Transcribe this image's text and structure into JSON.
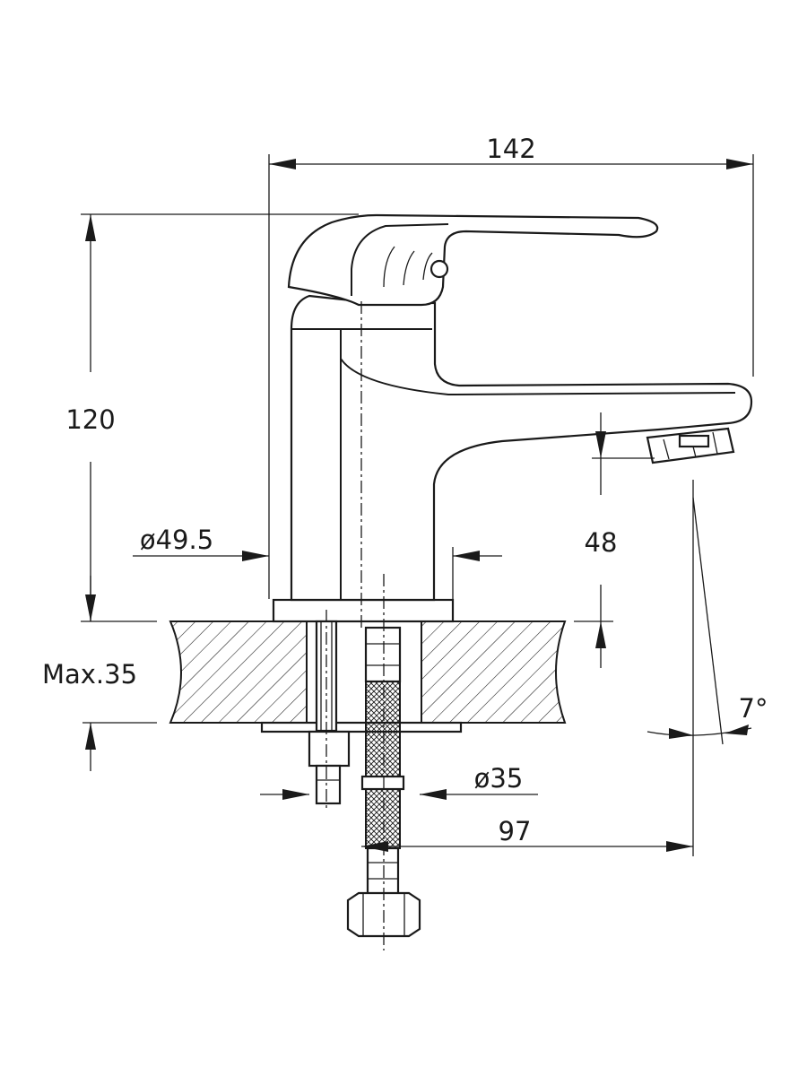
{
  "dimensions": {
    "overall_length": "142",
    "overall_height": "120",
    "base_diameter": "ø49.5",
    "spout_height": "48",
    "max_deck_thickness": "Max.35",
    "hole_diameter": "ø35",
    "spout_reach": "97",
    "flow_angle": "7°"
  }
}
